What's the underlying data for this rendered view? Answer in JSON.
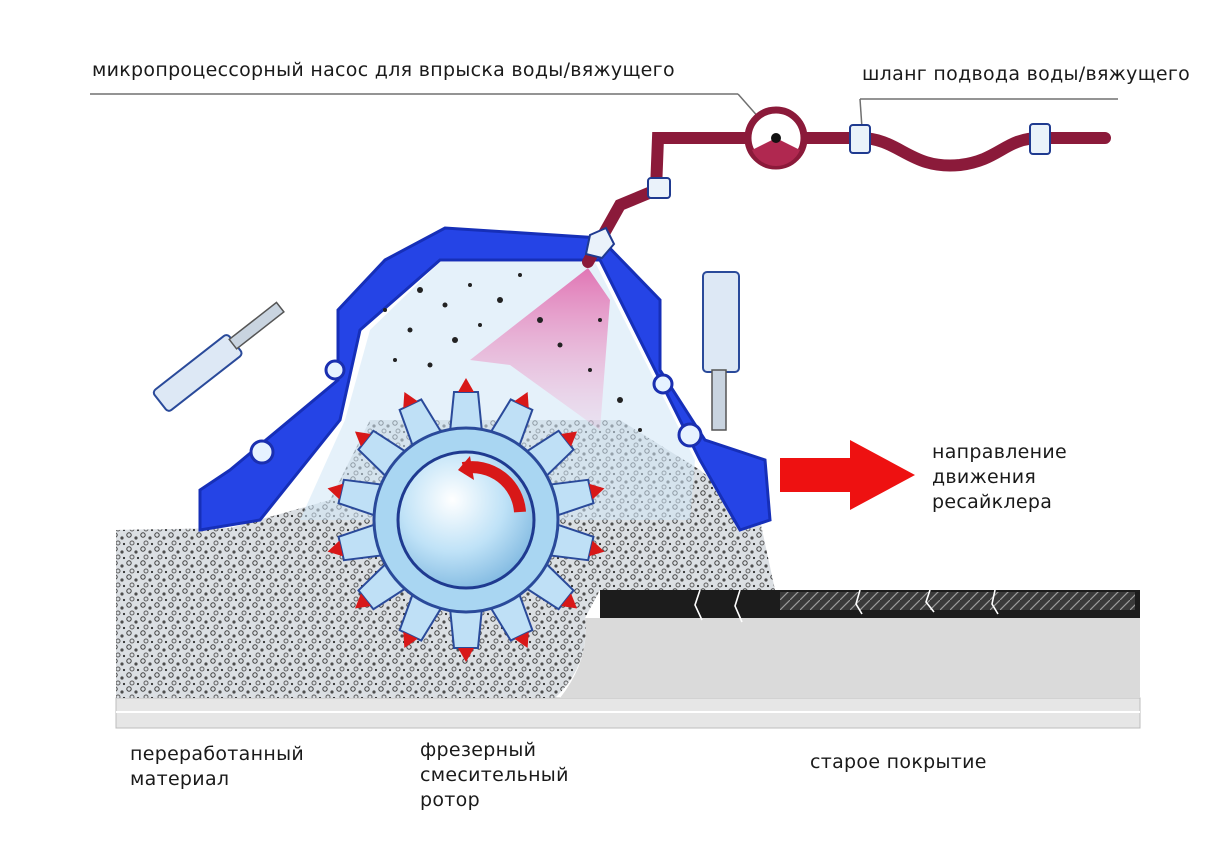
{
  "labels": {
    "pump": "микропроцессорный насос для впрыска воды/вяжущего",
    "hose": "шланг подвода воды/вяжущего",
    "direction": "направление\nдвижения\nресайклера",
    "processed_material": "переработанный\nматериал",
    "rotor": "фрезерный\nсмесительный\nротор",
    "old_surface": "старое покрытие"
  },
  "colors": {
    "housing": "#1f3fe0",
    "housing_inner": "#cfe6f5",
    "pipe": "#8b1a3a",
    "spray": "#e06aa8",
    "arrow": "#ee1111",
    "rotor": "#9fd0f0",
    "asphalt": "#1c1c1c",
    "base": "#dcdcdc"
  }
}
